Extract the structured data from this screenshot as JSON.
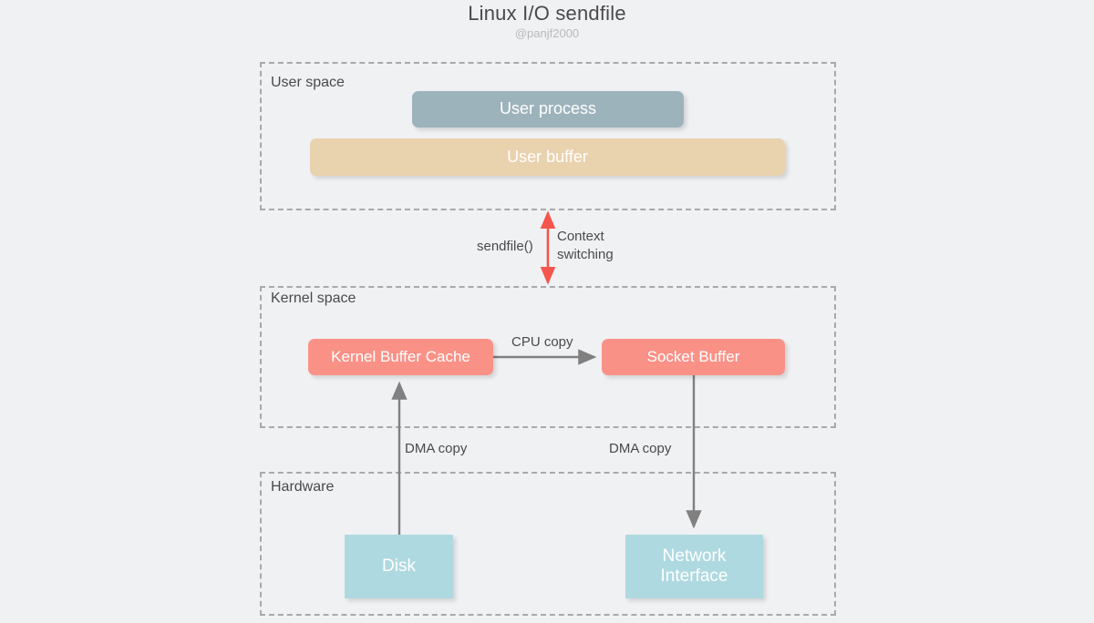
{
  "header": {
    "title": "Linux I/O sendfile",
    "subtitle": "@panjf2000"
  },
  "colors": {
    "background": "#f0f1f3",
    "section_border": "#a8a9ad",
    "user_process": "#9db3bc",
    "user_buffer": "#e9d2ae",
    "kernel_box": "#fa9187",
    "hardware_box": "#afd9e0",
    "arrow_gray": "#808080",
    "arrow_red": "#f4554c",
    "text_dark": "#4a4a4a",
    "text_muted": "#b9b9bb"
  },
  "sections": [
    {
      "id": "user",
      "label": "User space"
    },
    {
      "id": "kernel",
      "label": "Kernel space"
    },
    {
      "id": "hw",
      "label": "Hardware"
    }
  ],
  "nodes": [
    {
      "id": "user-process",
      "label": "User process",
      "section": "user"
    },
    {
      "id": "user-buffer",
      "label": "User buffer",
      "section": "user"
    },
    {
      "id": "kernel-buffer-cache",
      "label": "Kernel Buffer Cache",
      "section": "kernel"
    },
    {
      "id": "socket-buffer",
      "label": "Socket Buffer",
      "section": "kernel"
    },
    {
      "id": "disk",
      "label": "Disk",
      "section": "hw"
    },
    {
      "id": "network-interface",
      "label_line1": "Network",
      "label_line2": "Interface",
      "section": "hw"
    }
  ],
  "edges": [
    {
      "id": "context-switch",
      "label": "sendfile()",
      "secondary_label_line1": "Context",
      "secondary_label_line2": "switching",
      "style": "double-arrow-red"
    },
    {
      "id": "cpu-copy",
      "label": "CPU copy",
      "from": "kernel-buffer-cache",
      "to": "socket-buffer",
      "style": "arrow-gray"
    },
    {
      "id": "dma-copy-disk",
      "label": "DMA copy",
      "from": "disk",
      "to": "kernel-buffer-cache",
      "style": "arrow-gray"
    },
    {
      "id": "dma-copy-nic",
      "label": "DMA copy",
      "from": "socket-buffer",
      "to": "network-interface",
      "style": "arrow-gray"
    }
  ]
}
